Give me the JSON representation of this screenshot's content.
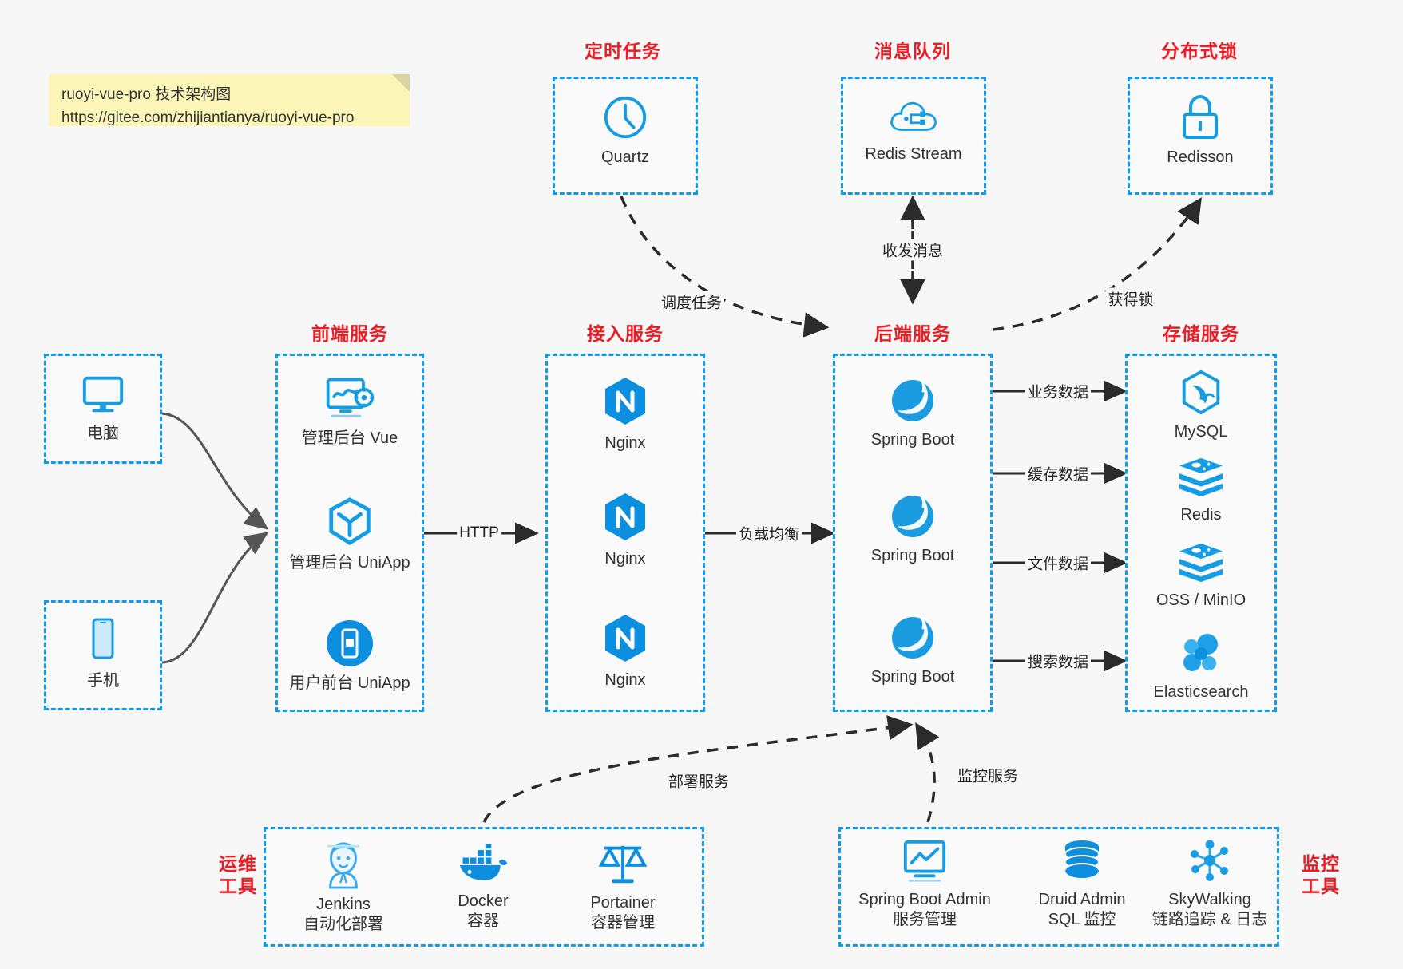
{
  "note": {
    "line1": "ruoyi-vue-pro 技术架构图",
    "line2": "https://gitee.com/zhijiantianya/ruoyi-vue-pro"
  },
  "groups": {
    "scheduled": {
      "title": "定时任务"
    },
    "mq": {
      "title": "消息队列"
    },
    "lock": {
      "title": "分布式锁"
    },
    "frontend": {
      "title": "前端服务"
    },
    "gateway": {
      "title": "接入服务"
    },
    "backend": {
      "title": "后端服务"
    },
    "storage": {
      "title": "存储服务"
    },
    "devops": {
      "title": "运维\n工具",
      "line1": "运维",
      "line2": "工具"
    },
    "monitor": {
      "title": "监控\n工具",
      "line1": "监控",
      "line2": "工具"
    }
  },
  "nodes": {
    "quartz": {
      "label": "Quartz",
      "icon": "clock-icon"
    },
    "redis_stream": {
      "label": "Redis Stream",
      "icon": "cloud-network-icon"
    },
    "redisson": {
      "label": "Redisson",
      "icon": "lock-icon"
    },
    "computer": {
      "label": "电脑",
      "icon": "desktop-icon"
    },
    "phone": {
      "label": "手机",
      "icon": "mobile-icon"
    },
    "admin_vue": {
      "label": "管理后台 Vue",
      "icon": "dashboard-gear-icon"
    },
    "admin_uniapp": {
      "label": "管理后台 UniApp",
      "icon": "hexagon-cube-icon"
    },
    "user_uniapp": {
      "label": "用户前台 UniApp",
      "icon": "mobile-circle-icon"
    },
    "nginx1": {
      "label": "Nginx",
      "icon": "nginx-icon"
    },
    "nginx2": {
      "label": "Nginx",
      "icon": "nginx-icon"
    },
    "nginx3": {
      "label": "Nginx",
      "icon": "nginx-icon"
    },
    "boot1": {
      "label": "Spring Boot",
      "icon": "spring-leaf-icon"
    },
    "boot2": {
      "label": "Spring Boot",
      "icon": "spring-leaf-icon"
    },
    "boot3": {
      "label": "Spring Boot",
      "icon": "spring-leaf-icon"
    },
    "mysql": {
      "label": "MySQL",
      "icon": "mysql-dolphin-icon"
    },
    "redis": {
      "label": "Redis",
      "icon": "redis-stack-icon"
    },
    "oss": {
      "label": "OSS / MinIO",
      "icon": "object-storage-icon"
    },
    "es": {
      "label": "Elasticsearch",
      "icon": "elasticsearch-icon"
    },
    "jenkins": {
      "label": "Jenkins",
      "sub": "自动化部署",
      "icon": "jenkins-butler-icon"
    },
    "docker": {
      "label": "Docker",
      "sub": "容器",
      "icon": "docker-whale-icon"
    },
    "portainer": {
      "label": "Portainer",
      "sub": "容器管理",
      "icon": "scales-icon"
    },
    "sba": {
      "label": "Spring Boot Admin",
      "sub": "服务管理",
      "icon": "monitor-chart-icon"
    },
    "druid": {
      "label": "Druid Admin",
      "sub": "SQL 监控",
      "icon": "database-icon"
    },
    "skywalking": {
      "label": "SkyWalking",
      "sub": "链路追踪 & 日志",
      "icon": "skywalking-node-icon"
    }
  },
  "edges": {
    "http": "HTTP",
    "load_balance": "负载均衡",
    "schedule": "调度任务",
    "message": "收发消息",
    "get_lock": "获得锁",
    "business": "业务数据",
    "cache": "缓存数据",
    "file": "文件数据",
    "search": "搜索数据",
    "deploy": "部署服务",
    "monitor": "监控服务"
  },
  "colors": {
    "accent": "#0a9cf5",
    "icon": "#149de4",
    "title": "#ec1c24",
    "arrow": "#2b2b2b",
    "curve": "#555555",
    "note_bg": "#fbf6b8",
    "background": "#f7f7f7"
  }
}
